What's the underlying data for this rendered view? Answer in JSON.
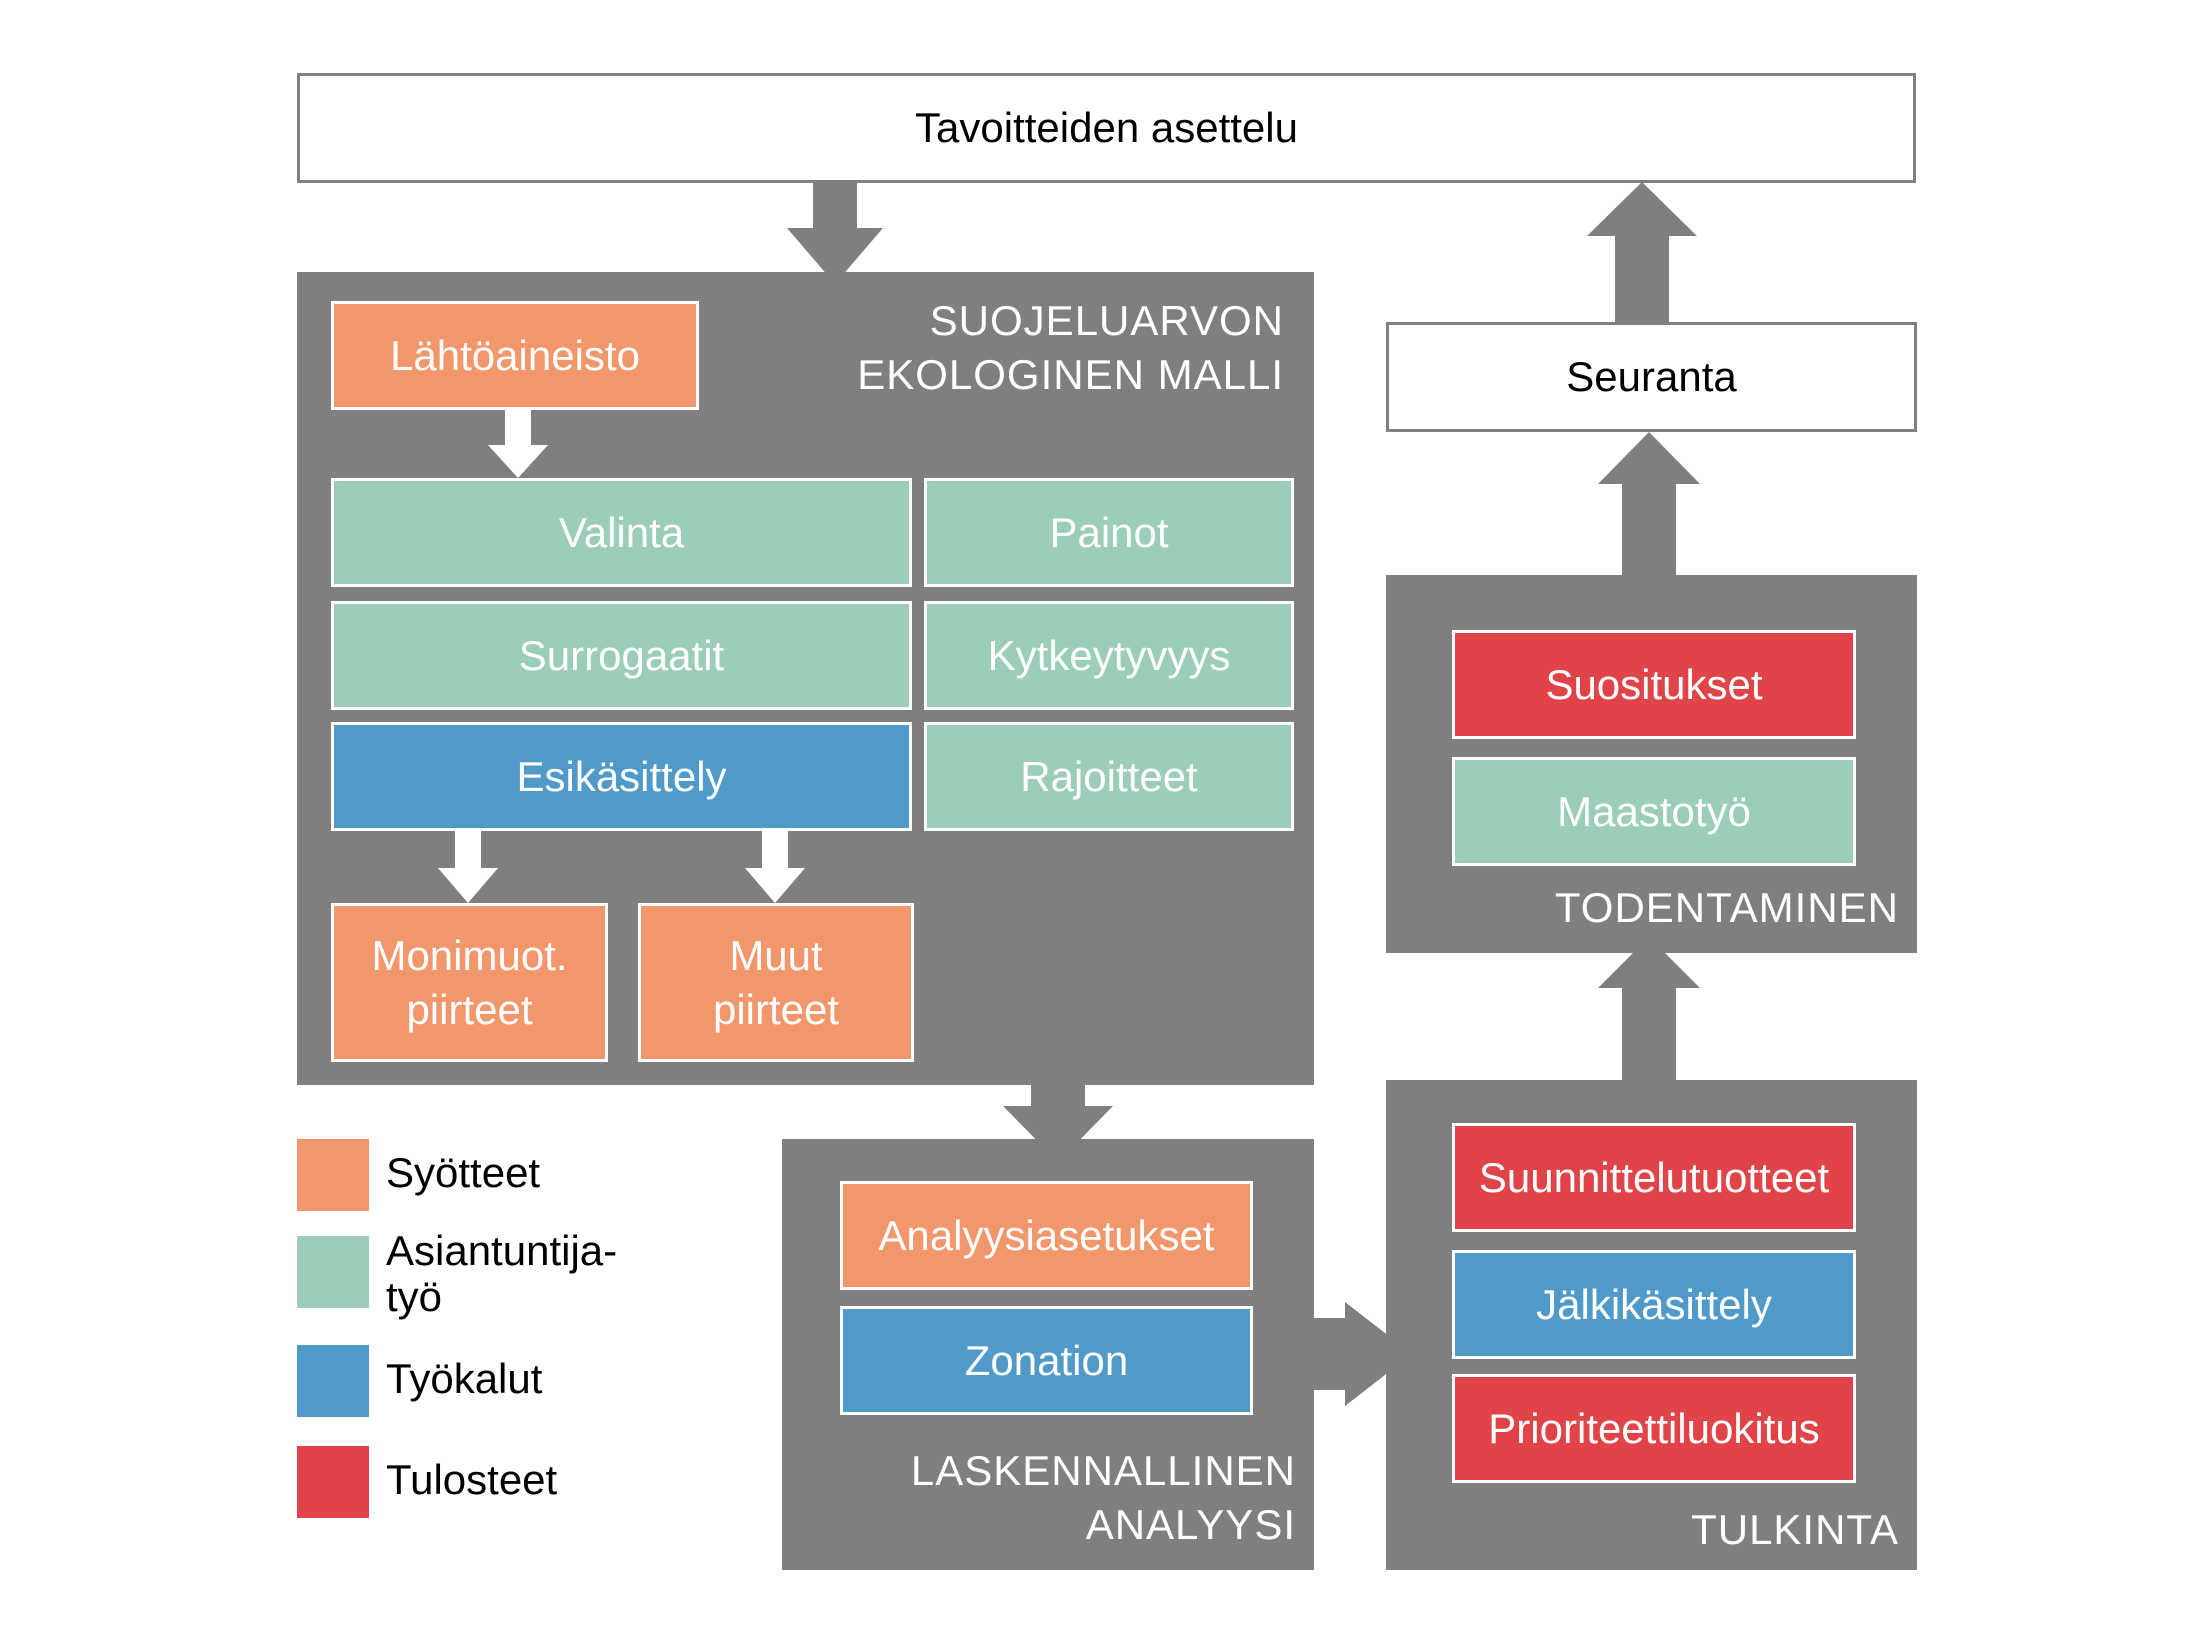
{
  "colors": {
    "input": "#f2966b",
    "expert": "#9bcdb9",
    "tool": "#4f9ac8",
    "output": "#e04448",
    "panel": "#7f7f7f",
    "arrow_dark": "#7f7f7f",
    "arrow_light": "#ffffff"
  },
  "top": {
    "goal_setting": "Tavoitteiden asettelu",
    "monitoring": "Seuranta"
  },
  "ecological_model": {
    "title": "SUOJELUARVON\nEKOLOGINEN MALLI",
    "source_data": "Lähtöaineisto",
    "selection": "Valinta",
    "weights": "Painot",
    "surrogates": "Surrogaatit",
    "connectivity": "Kytkeytyvyys",
    "preprocessing": "Esikäsittely",
    "constraints": "Rajoitteet",
    "biodiversity_features": "Monimuot.\npiirteet",
    "other_features": "Muut\npiirteet"
  },
  "computational_analysis": {
    "title": "LASKENNALLINEN\nANALYYSI",
    "analysis_settings": "Analyysiasetukset",
    "zonation": "Zonation"
  },
  "interpretation": {
    "title": "TULKINTA",
    "planning_products": "Suunnittelutuotteet",
    "postprocessing": "Jälkikäsittely",
    "priority_ranking": "Prioriteettiluokitus"
  },
  "verification": {
    "title": "TODENTAMINEN",
    "recommendations": "Suositukset",
    "fieldwork": "Maastotyö"
  },
  "legend": [
    {
      "label": "Syötteet",
      "color": "#f2966b"
    },
    {
      "label": "Asiantuntija-\ntyö",
      "color": "#9bcdb9"
    },
    {
      "label": "Työkalut",
      "color": "#4f9ac8"
    },
    {
      "label": "Tulosteet",
      "color": "#e04448"
    }
  ]
}
